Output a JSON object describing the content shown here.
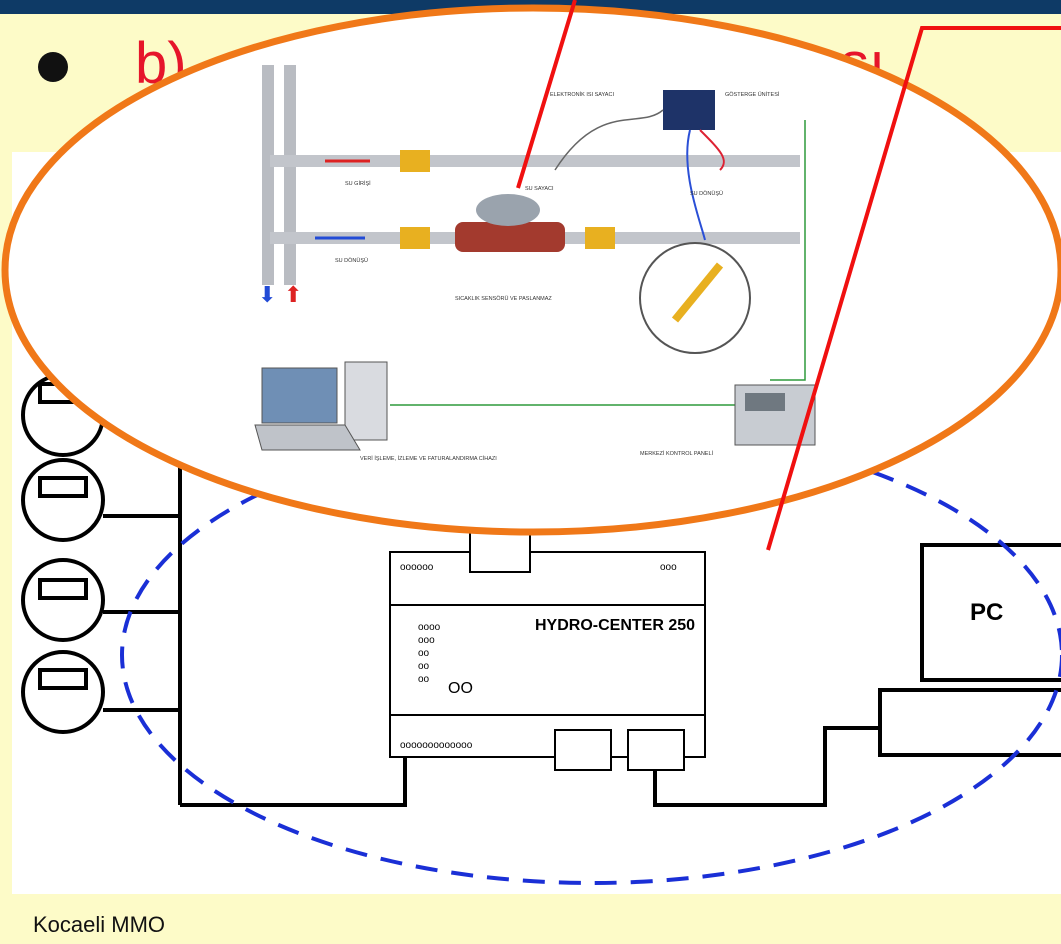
{
  "slide": {
    "title_fragment_left": "b)",
    "title_fragment_right": "lması",
    "footer": "Kocaeli MMO"
  },
  "diagram": {
    "device_label": "HYDRO-CENTER 250",
    "pc_label": "PC",
    "device_dots_top_left": "oooooo",
    "device_dots_top_right": "ooo",
    "device_dots_bottom": "ooooooooooooo",
    "device_led_rows": [
      "oooo",
      "ooo",
      "oo",
      "oo",
      "oo"
    ],
    "device_led_big": "OO"
  },
  "photo_labels": {
    "electronic_heat_meter": "ELEKTRONİK ISI SAYACI",
    "temperature_display": "GÖSTERGE ÜNİTESİ",
    "supply_in": "SU GİRİŞİ",
    "meter": "SU SAYACI",
    "return": "SU DÖNÜŞÜ",
    "return_pipe": "SU DÖNÜŞÜ",
    "sensor": "SICAKLIK SENSÖRÜ VE PASLANMAZ",
    "pc_caption": "VERİ İŞLEME, İZLEME VE FATURALANDIRMA CİHAZI",
    "panel": "MERKEZİ KONTROL PANELİ"
  },
  "colors": {
    "background": "#fdfbc8",
    "topbar": "#0e3a66",
    "title": "#e6152a",
    "orange_ellipse": "#f07818",
    "blue_ellipse": "#1a2fd6",
    "red_line": "#f01010"
  }
}
